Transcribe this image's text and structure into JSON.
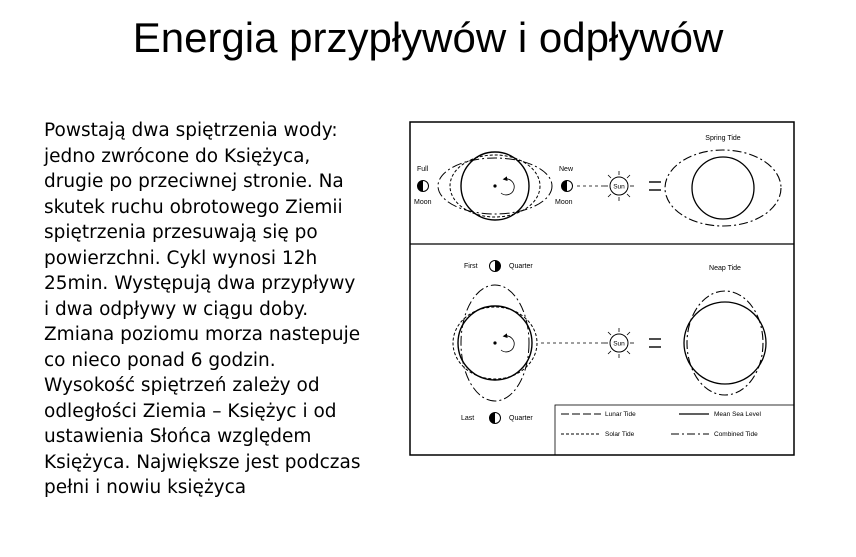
{
  "page": {
    "title": "Energia przypływów i odpływów",
    "text_lines": [
      "Powstają dwa spiętrzenia wody:",
      "jedno zwrócone do Księżyca,",
      "drugie po przeciwnej stronie. Na",
      "skutek ruchu obrotowego Ziemii",
      "spiętrzenia przesuwają się po",
      "powierzchni. Cykl wynosi 12h",
      "25min. Występują dwa przypływy",
      "i dwa odpływy w ciągu doby.",
      "Zmiana poziomu morza nastepuje",
      "co nieco ponad 6 godzin.",
      "Wysokość spiętrzeń zależy od",
      "odległości Ziemia – Księżyc i od",
      "ustawienia Słońca względem",
      "Księżyca. Największe jest podczas",
      "pełni i nowiu księżyca"
    ]
  },
  "diagram": {
    "spring_title": "Spring Tide",
    "neap_title": "Neap Tide",
    "full_moon": [
      "Full",
      "Moon"
    ],
    "new_moon": [
      "New",
      "Moon"
    ],
    "first_quarter": [
      "First",
      "Quarter"
    ],
    "last_quarter": [
      "Last",
      "Quarter"
    ],
    "sun_label": "Sun",
    "legend": {
      "lunar": "Lunar Tide",
      "solar": "Solar Tide",
      "mean": "Mean Sea Level",
      "combined": "Combined Tide"
    }
  }
}
